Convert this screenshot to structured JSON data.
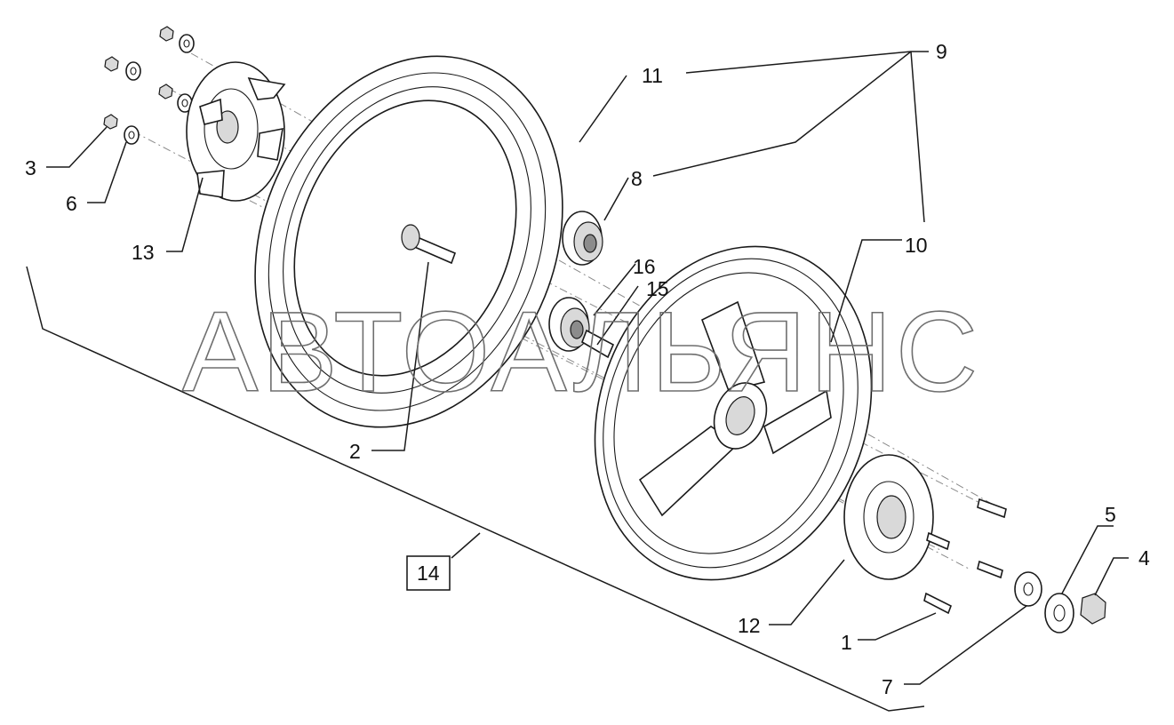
{
  "watermark": "АВТОАЛЬЯНС",
  "callouts": {
    "c1": "1",
    "c2": "2",
    "c3": "3",
    "c4": "4",
    "c5": "5",
    "c6": "6",
    "c7": "7",
    "c8": "8",
    "c9": "9",
    "c10": "10",
    "c11": "11",
    "c12": "12",
    "c13": "13",
    "c14": "14",
    "c15": "15",
    "c16": "16"
  },
  "colors": {
    "line": "#1a1a1a",
    "shade": "#d9d9d9",
    "watermark": "#6f6f6f"
  }
}
